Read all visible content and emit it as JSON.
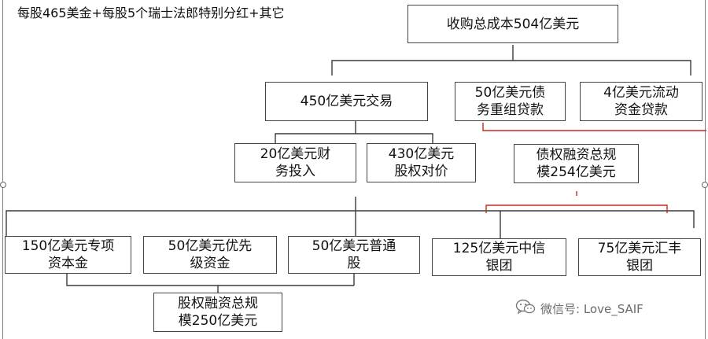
{
  "caption": "每股465美金+每股5个瑞士法郎特别分红+其它",
  "nodes": {
    "total": "收购总成本504亿美元",
    "deal450": "450亿美元交易",
    "debt50": "50亿美元债\n务重组贷款",
    "loan4": "4亿美元流动\n资金贷款",
    "fin20": "20亿美元财\n务投入",
    "equity430": "430亿美元\n股权对价",
    "debtTotal": "债权融资总规\n模254亿美元",
    "capital150": "150亿美元专项\n资本金",
    "pref50": "50亿美元优先\n级资金",
    "common50": "50亿美元普通\n股",
    "citic125": "125亿美元中信\n银团",
    "hsbc75": "75亿美元汇丰\n银团",
    "equityTotal": "股权融资总规\n模250亿美元"
  },
  "watermark": {
    "icon": "wechat-icon",
    "text": "微信号: Love_SAIF"
  },
  "colors": {
    "connector": "#3a3a3a",
    "bracket": "#c8281e",
    "border": "#444444",
    "frame": "#7f7f7f"
  }
}
